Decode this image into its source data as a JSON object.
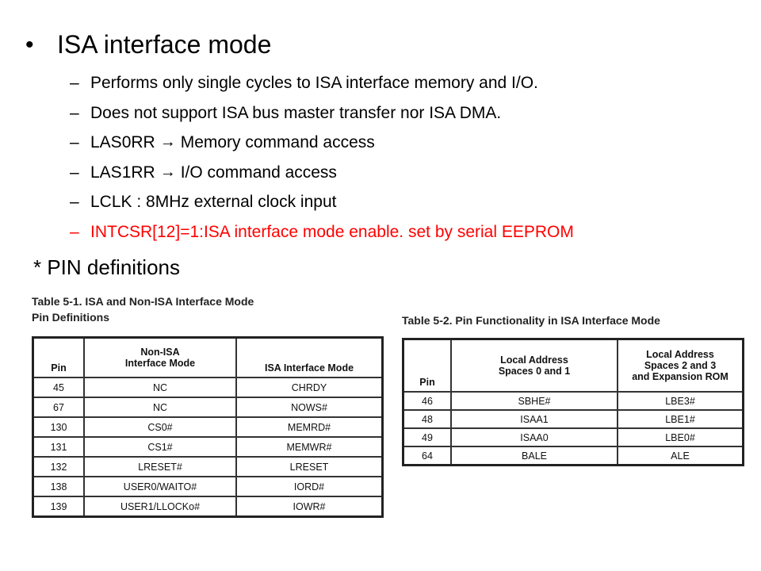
{
  "slide": {
    "bullet": "•",
    "title": "ISA interface mode",
    "items": [
      {
        "text": "Performs only single cycles to ISA interface memory and I/O."
      },
      {
        "text": "Does not support ISA bus master transfer nor ISA DMA."
      },
      {
        "left": "LAS0RR",
        "arrow": "→",
        "right": "Memory command access"
      },
      {
        "left": "LAS1RR",
        "arrow": "→",
        "right": "I/O command access"
      },
      {
        "text": "LCLK : 8MHz external clock input"
      },
      {
        "text": "INTCSR[12]=1:ISA interface mode enable. set by serial EEPROM",
        "color": "#ff0000"
      }
    ],
    "dash": "–",
    "pin_heading": "* PIN definitions"
  },
  "table1": {
    "caption_line1": "Table 5-1.  ISA and Non-ISA Interface Mode",
    "caption_line2": "Pin Definitions",
    "headers": [
      "Pin",
      "Non-ISA\nInterface Mode",
      "ISA Interface Mode"
    ],
    "rows": [
      [
        "45",
        "NC",
        "CHRDY"
      ],
      [
        "67",
        "NC",
        "NOWS#"
      ],
      [
        "130",
        "CS0#",
        "MEMRD#"
      ],
      [
        "131",
        "CS1#",
        "MEMWR#"
      ],
      [
        "132",
        "LRESET#",
        "LRESET"
      ],
      [
        "138",
        "USER0/WAITO#",
        "IORD#"
      ],
      [
        "139",
        "USER1/LLOCKo#",
        "IOWR#"
      ]
    ]
  },
  "table2": {
    "caption": "Table 5-2.  Pin Functionality in ISA Interface Mode",
    "headers": [
      "Pin",
      "Local Address\nSpaces 0 and 1",
      "Local Address\nSpaces 2 and 3\nand Expansion ROM"
    ],
    "rows": [
      [
        "46",
        "SBHE#",
        "LBE3#"
      ],
      [
        "48",
        "ISAA1",
        "LBE1#"
      ],
      [
        "49",
        "ISAA0",
        "LBE0#"
      ],
      [
        "64",
        "BALE",
        "ALE"
      ]
    ]
  }
}
